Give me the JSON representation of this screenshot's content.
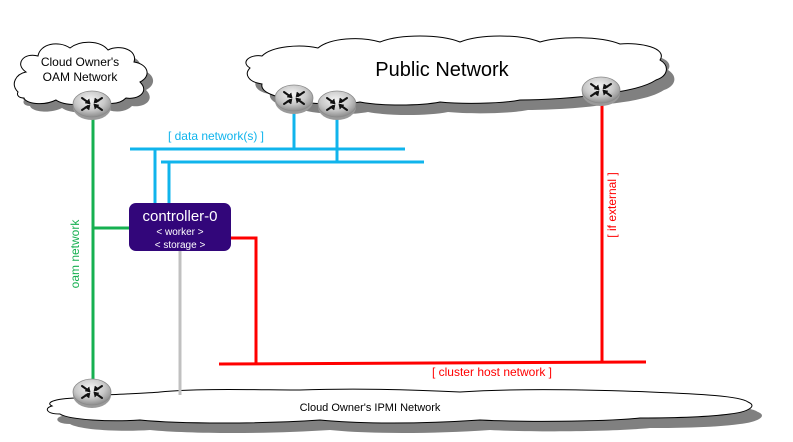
{
  "colors": {
    "data_network": "#10b4ec",
    "oam_network": "#16b050",
    "cluster_host_network": "#ff0000",
    "ipmi_link": "#c0c0c0",
    "controller_fill": "#32067a",
    "controller_text": "#ffffff",
    "cloud_shadow": "#808080"
  },
  "clouds": {
    "oam": {
      "line1": "Cloud Owner's",
      "line2": "OAM Network"
    },
    "public": {
      "label": "Public Network"
    },
    "ipmi": {
      "label": "Cloud Owner's IPMI Network"
    }
  },
  "routers": [
    {
      "name": "oam-router"
    },
    {
      "name": "public-router-data-1"
    },
    {
      "name": "public-router-data-2"
    },
    {
      "name": "public-router-external"
    },
    {
      "name": "ipmi-router"
    }
  ],
  "controller": {
    "title": "controller-0",
    "role1": "< worker >",
    "role2": "< storage >"
  },
  "network_labels": {
    "data": "[ data network(s) ]",
    "oam": "oam network",
    "external": "[ if external ]",
    "cluster_host": "[ cluster host network ]"
  }
}
